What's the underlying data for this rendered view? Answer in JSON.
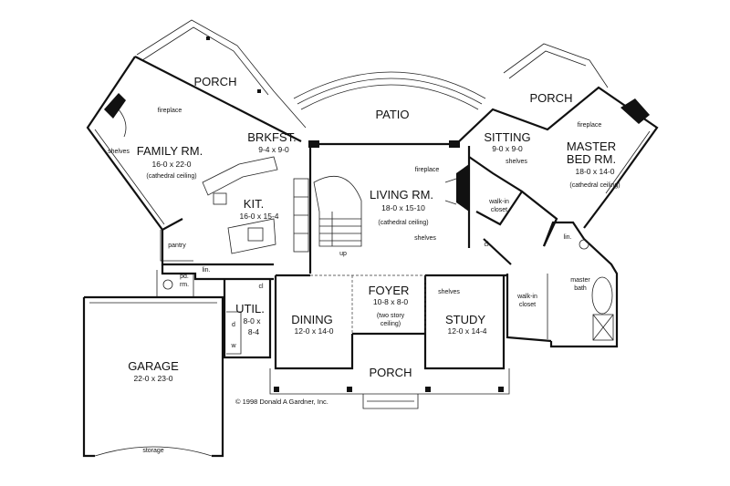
{
  "rooms": {
    "porch_left": {
      "name": "PORCH"
    },
    "patio": {
      "name": "PATIO"
    },
    "porch_right": {
      "name": "PORCH"
    },
    "family": {
      "name": "FAMILY RM.",
      "dim": "16-0  x  22-0",
      "note": "(cathedral ceiling)"
    },
    "brkfst": {
      "name": "BRKFST.",
      "dim": "9-4  x  9-0"
    },
    "kit": {
      "name": "KIT.",
      "dim": "16-0  x  15-4"
    },
    "living": {
      "name": "LIVING RM.",
      "dim": "18-0  x  15-10",
      "note": "(cathedral ceiling)"
    },
    "sitting": {
      "name": "SITTING",
      "dim": "9-0  x  9-0"
    },
    "master": {
      "name1": "MASTER",
      "name2": "BED RM.",
      "dim": "18-0  x  14-0",
      "note": "(cathedral ceiling)"
    },
    "foyer": {
      "name": "FOYER",
      "dim": "10-8  x  8-0",
      "note1": "(two story",
      "note2": "ceiling)"
    },
    "dining": {
      "name": "DINING",
      "dim": "12-0  x  14-0"
    },
    "study": {
      "name": "STUDY",
      "dim": "12-0  x  14-4"
    },
    "porch_front": {
      "name": "PORCH"
    },
    "util": {
      "name": "UTIL.",
      "dim1": "8-0  x",
      "dim2": "8-4"
    },
    "garage": {
      "name": "GARAGE",
      "dim": "22-0  x  23-0"
    }
  },
  "labels": {
    "fireplace_family": "fireplace",
    "fireplace_living": "fireplace",
    "fireplace_master": "fireplace",
    "shelves_family": "shelves",
    "shelves_living": "shelves",
    "shelves_sitting": "shelves",
    "shelves_study": "shelves",
    "walkin_upper_1": "walk-in",
    "walkin_upper_2": "closet",
    "walkin_lower_1": "walk-in",
    "walkin_lower_2": "closet",
    "master_bath_1": "master",
    "master_bath_2": "bath",
    "pantry": "pantry",
    "pd_rm_1": "pd.",
    "pd_rm_2": "rm.",
    "lin_left": "lin.",
    "lin_right": "lin.",
    "cl_left": "cl",
    "cl_right": "cl",
    "d": "d",
    "w": "w",
    "up": "up",
    "storage": "storage"
  },
  "copyright": "©  1998   Donald A Gardner, Inc."
}
